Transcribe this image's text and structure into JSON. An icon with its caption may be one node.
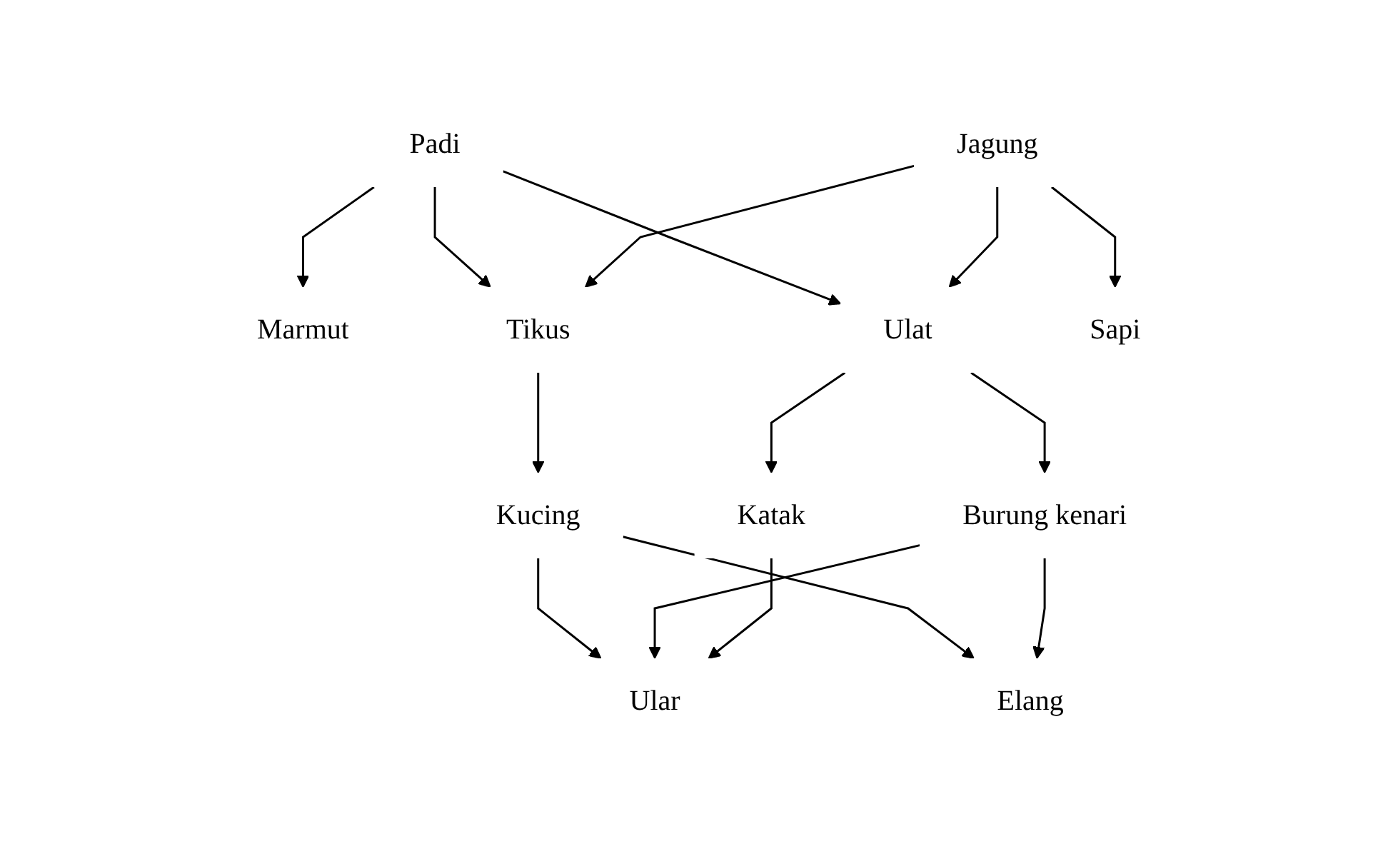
{
  "diagram": {
    "nodes": [
      {
        "text": [
          "Padi"
        ]
      },
      {
        "text": [
          "Jagung"
        ]
      },
      {
        "text": [
          "Marmut"
        ]
      },
      {
        "text": [
          "Tikus"
        ]
      },
      {
        "text": [
          "Ulat"
        ]
      },
      {
        "text": [
          "Sapi"
        ]
      },
      {
        "text": [
          "Kucing"
        ]
      },
      {
        "text": [
          "Burung kenari"
        ]
      },
      {
        "text": [
          "Katak"
        ]
      },
      {
        "text": [
          "Elang"
        ]
      },
      {
        "text": [
          "Ular"
        ]
      }
    ],
    "edges": [
      {
        "from": 0,
        "to": 2,
        "arrow": "to"
      },
      {
        "from": 0,
        "to": 3,
        "arrow": "to"
      },
      {
        "from": 0,
        "to": 4,
        "arrow": "to"
      },
      {
        "from": 1,
        "to": 3,
        "arrow": "to"
      },
      {
        "from": 1,
        "to": 4,
        "arrow": "to"
      },
      {
        "from": 1,
        "to": 5,
        "arrow": "to"
      },
      {
        "from": 3,
        "to": 6,
        "arrow": "to"
      },
      {
        "from": 4,
        "to": 7,
        "arrow": "to"
      },
      {
        "from": 4,
        "to": 8,
        "arrow": "to"
      },
      {
        "from": 6,
        "to": 10,
        "arrow": "to"
      },
      {
        "from": 6,
        "to": 9,
        "arrow": "to"
      },
      {
        "from": 7,
        "to": 10,
        "arrow": "to"
      },
      {
        "from": 7,
        "to": 9,
        "arrow": "to"
      },
      {
        "from": 8,
        "to": 10,
        "arrow": "to"
      }
    ]
  }
}
